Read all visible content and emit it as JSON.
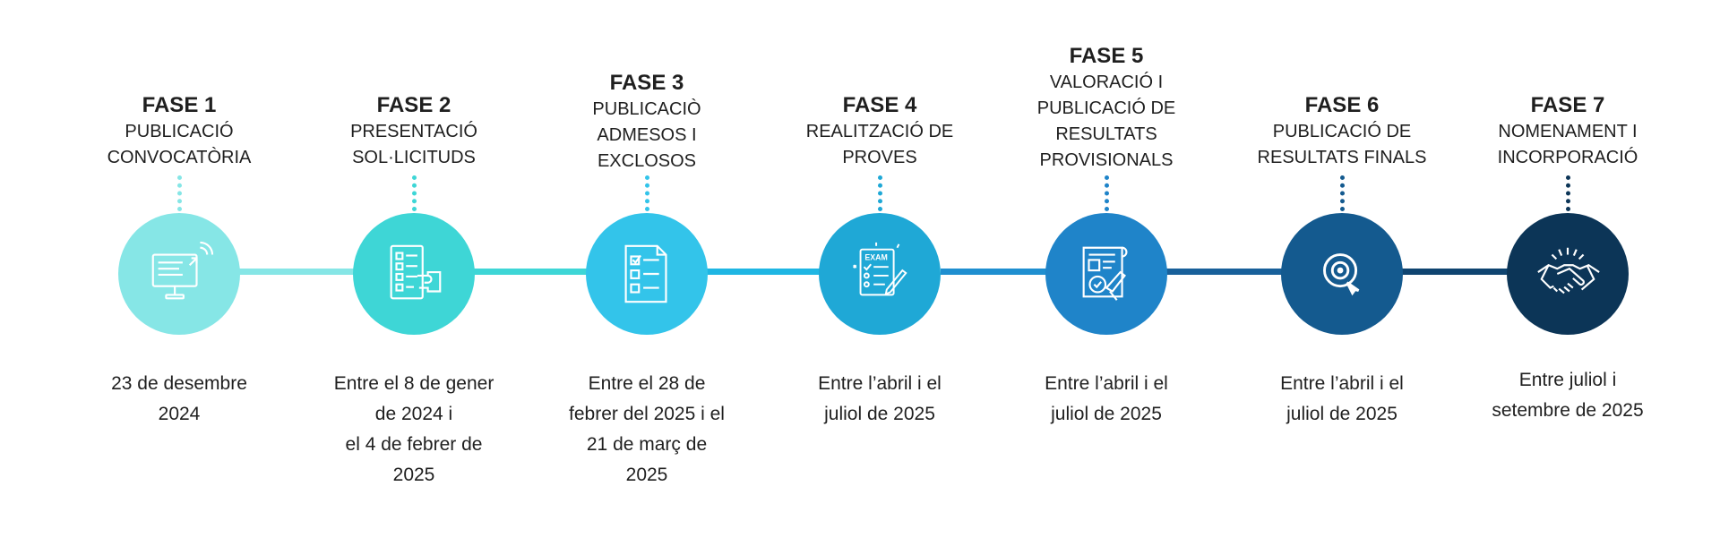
{
  "phases": [
    {
      "title": "FASE 1",
      "lines": [
        "PUBLICACIÓ",
        "CONVOCATÒRIA"
      ],
      "date_lines": [
        "23 de desembre",
        "2024"
      ],
      "color": "#86e6e6",
      "icon": "computer-icon"
    },
    {
      "title": "FASE 2",
      "lines": [
        "PRESENTACIÓ",
        "SOL·LICITUDS"
      ],
      "date_lines": [
        "Entre el 8 de gener",
        "de 2024 i",
        "el 4 de febrer de",
        "2025"
      ],
      "color": "#3ed6d6",
      "icon": "form-hand-icon"
    },
    {
      "title": "FASE 3",
      "lines": [
        "PUBLICACIÒ",
        "ADMESOS I",
        "EXCLOSOS"
      ],
      "date_lines": [
        "Entre el 28 de",
        "febrer del 2025 i el",
        "21 de març de",
        "2025"
      ],
      "color": "#33c4ea",
      "icon": "checklist-icon"
    },
    {
      "title": "FASE 4",
      "lines": [
        "REALITZACIÓ DE",
        "PROVES"
      ],
      "date_lines": [
        "Entre l’abril i el",
        "juliol de 2025"
      ],
      "color": "#1fa8d6",
      "icon": "exam-icon"
    },
    {
      "title": "FASE 5",
      "lines": [
        "VALORACIÓ I",
        "PUBLICACIÓ DE",
        "RESULTATS",
        "PROVISIONALS"
      ],
      "date_lines": [
        "Entre l’abril i el",
        "juliol de 2025"
      ],
      "color": "#1f84c9",
      "icon": "document-review-icon"
    },
    {
      "title": "FASE 6",
      "lines": [
        "PUBLICACIÓ DE",
        "RESULTATS FINALS"
      ],
      "date_lines": [
        "Entre l’abril i el",
        "juliol de 2025"
      ],
      "color": "#145a8f",
      "icon": "target-icon"
    },
    {
      "title": "FASE 7",
      "lines": [
        "NOMENAMENT I",
        "INCORPORACIÓ"
      ],
      "date_lines": [
        "Entre juliol i",
        "setembre de 2025"
      ],
      "color": "#0c3557",
      "icon": "handshake-icon"
    }
  ]
}
